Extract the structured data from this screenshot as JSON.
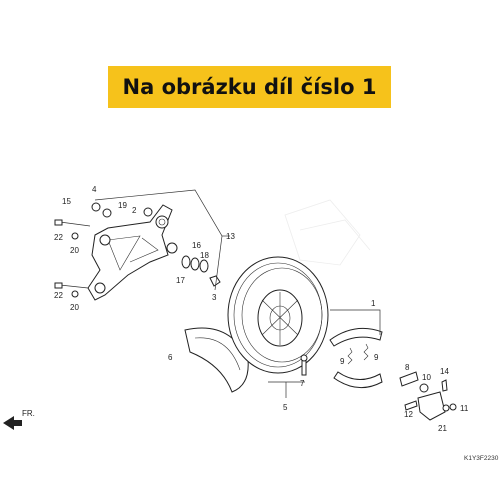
{
  "banner": {
    "text": "Na obrázku díl číslo 1"
  },
  "diagram": {
    "code": "K1Y3F2230",
    "direction_label": "FR.",
    "callouts": [
      {
        "id": "c1",
        "text": "1"
      },
      {
        "id": "c2",
        "text": "2"
      },
      {
        "id": "c3",
        "text": "3"
      },
      {
        "id": "c4",
        "text": "4"
      },
      {
        "id": "c5",
        "text": "5"
      },
      {
        "id": "c6",
        "text": "6"
      },
      {
        "id": "c7",
        "text": "7"
      },
      {
        "id": "c8",
        "text": "8"
      },
      {
        "id": "c9a",
        "text": "9"
      },
      {
        "id": "c9b",
        "text": "9"
      },
      {
        "id": "c10",
        "text": "10"
      },
      {
        "id": "c11",
        "text": "11"
      },
      {
        "id": "c12",
        "text": "12"
      },
      {
        "id": "c13",
        "text": "13"
      },
      {
        "id": "c14",
        "text": "14"
      },
      {
        "id": "c15",
        "text": "15"
      },
      {
        "id": "c16",
        "text": "16"
      },
      {
        "id": "c17",
        "text": "17"
      },
      {
        "id": "c18",
        "text": "18"
      },
      {
        "id": "c19",
        "text": "19"
      },
      {
        "id": "c20a",
        "text": "20"
      },
      {
        "id": "c20b",
        "text": "20"
      },
      {
        "id": "c21",
        "text": "21"
      },
      {
        "id": "c22a",
        "text": "22"
      },
      {
        "id": "c22b",
        "text": "22"
      }
    ]
  }
}
